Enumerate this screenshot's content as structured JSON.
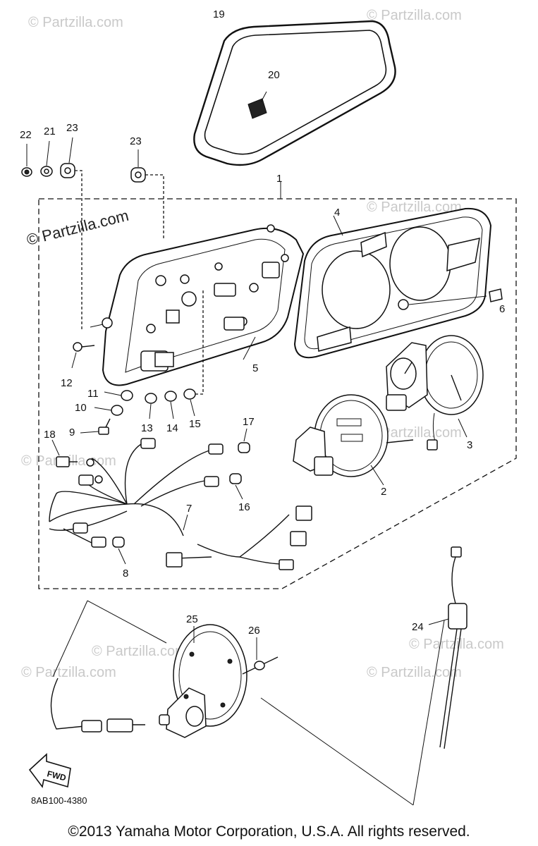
{
  "watermarks": {
    "main": "© Partzilla.com",
    "faint": "© Partzilla.com"
  },
  "callouts": [
    "1",
    "2",
    "3",
    "4",
    "5",
    "6",
    "7",
    "8",
    "9",
    "10",
    "11",
    "12",
    "13",
    "14",
    "15",
    "16",
    "17",
    "18",
    "19",
    "20",
    "21",
    "22",
    "23",
    "24",
    "25",
    "26"
  ],
  "part_code": "8AB100-4380",
  "fwd_label": "FWD",
  "copyright": "©2013  Yamaha Motor Corporation, U.S.A. All rights reserved."
}
